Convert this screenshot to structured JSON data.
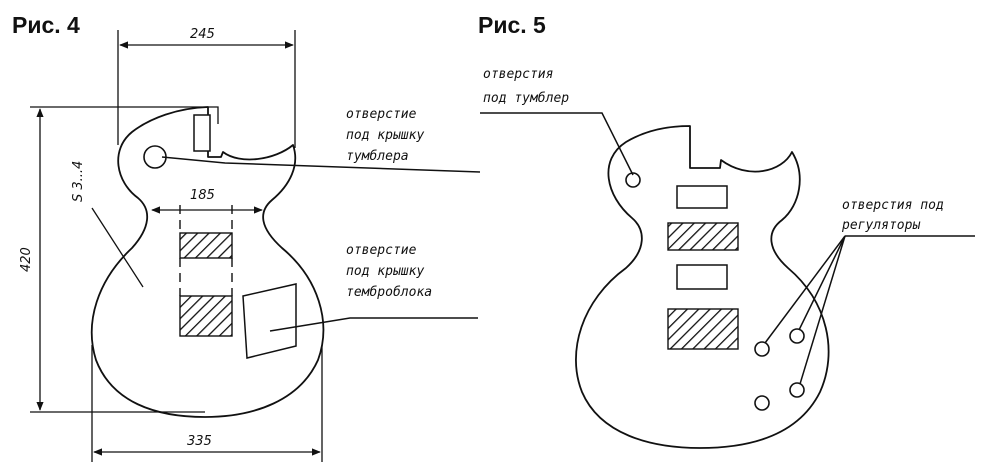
{
  "figure4": {
    "title": "Рис. 4",
    "dim_width_top": "245",
    "dim_width_waist": "185",
    "dim_width_bottom": "335",
    "dim_height": "420",
    "thickness": "S 3...4",
    "label_switch_cover": [
      "отверстие",
      "под крышку",
      "тумблера"
    ],
    "label_tone_cover": [
      "отверстие",
      "под крышку",
      "темброблока"
    ]
  },
  "figure5": {
    "title": "Рис. 5",
    "label_switch_hole": [
      "отверстия",
      "под тумблер"
    ],
    "label_control_holes": [
      "отверстия под",
      "регуляторы"
    ]
  }
}
